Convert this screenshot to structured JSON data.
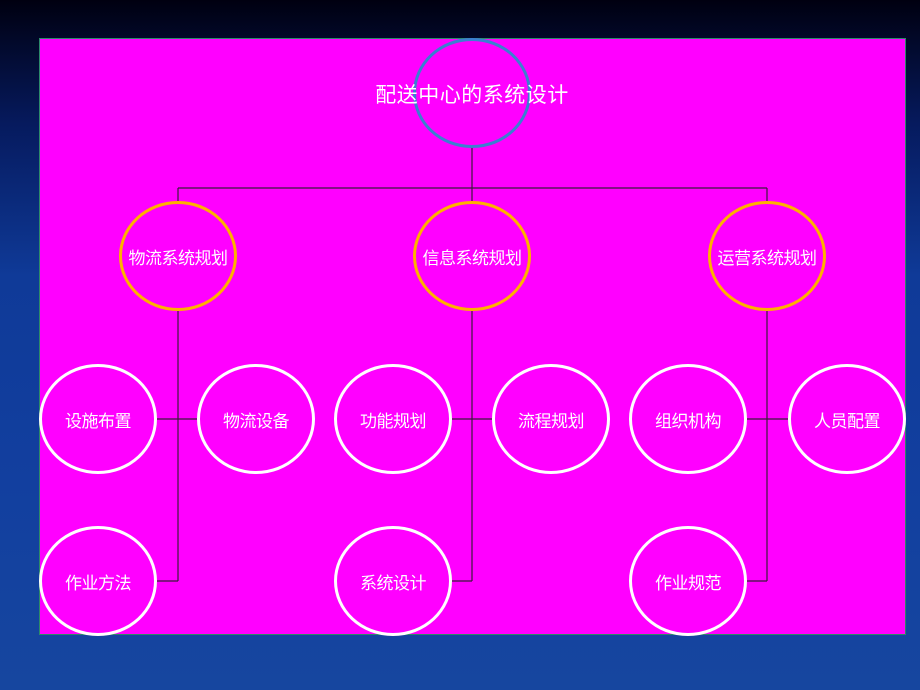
{
  "diagram": {
    "root": "配送中心的系统设计",
    "branches": [
      {
        "label": "物流系统规划",
        "children": [
          "设施布置",
          "物流设备",
          "作业方法"
        ]
      },
      {
        "label": "信息系统规划",
        "children": [
          "功能规划",
          "流程规划",
          "系统设计"
        ]
      },
      {
        "label": "运营系统规划",
        "children": [
          "组织机构",
          "人员配置",
          "作业规范"
        ]
      }
    ]
  },
  "colors": {
    "panel": "#ff00ff",
    "root_border": "#3b7fd0",
    "branch_border": "#ffb000",
    "leaf_border": "#ffffff",
    "text": "#ffffff",
    "connector": "#3a1a3a"
  }
}
